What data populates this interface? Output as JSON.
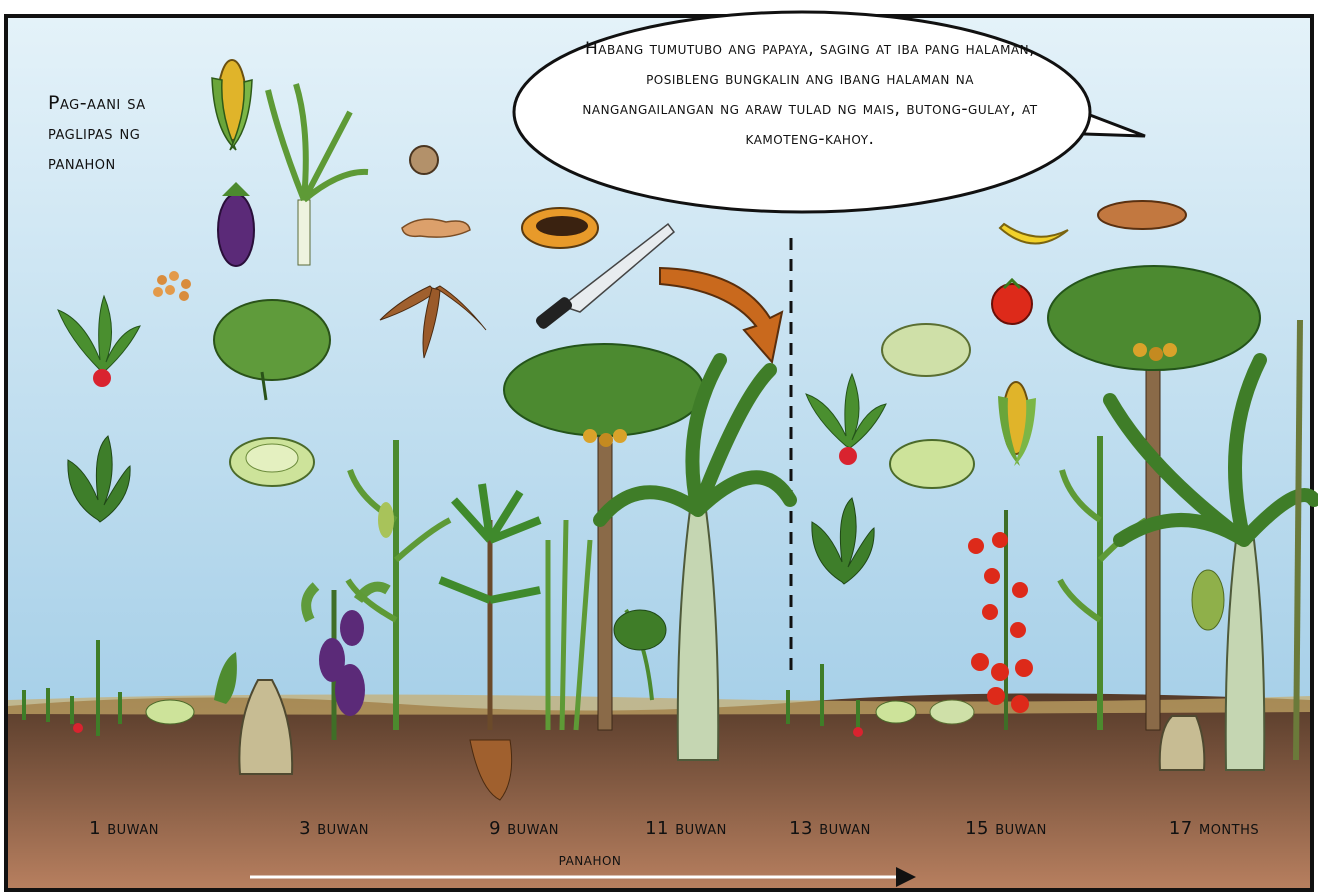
{
  "title": "Pag-aani sa paglipas ng panahon",
  "speech_bubble": "Habang tumutubo ang papaya, saging at iba pang halaman, posibleng bungkalin ang ibang halaman na nangangailangan ng araw tulad ng mais, butong-gulay, at kamoteng-kahoy.",
  "time_labels": [
    "1 buwan",
    "3 buwan",
    "9 buwan",
    "11 buwan",
    "13 buwan",
    "15 buwan",
    "17 months"
  ],
  "axis_label": "panahon",
  "colors": {
    "sky_top": "#dfeff8",
    "sky_bottom": "#9fcbe6",
    "soil_top": "#5a3f2c",
    "soil_bottom": "#b07a5a",
    "arrow": "#c9691d",
    "leaf": "#3f8a2c",
    "border": "#111111"
  }
}
